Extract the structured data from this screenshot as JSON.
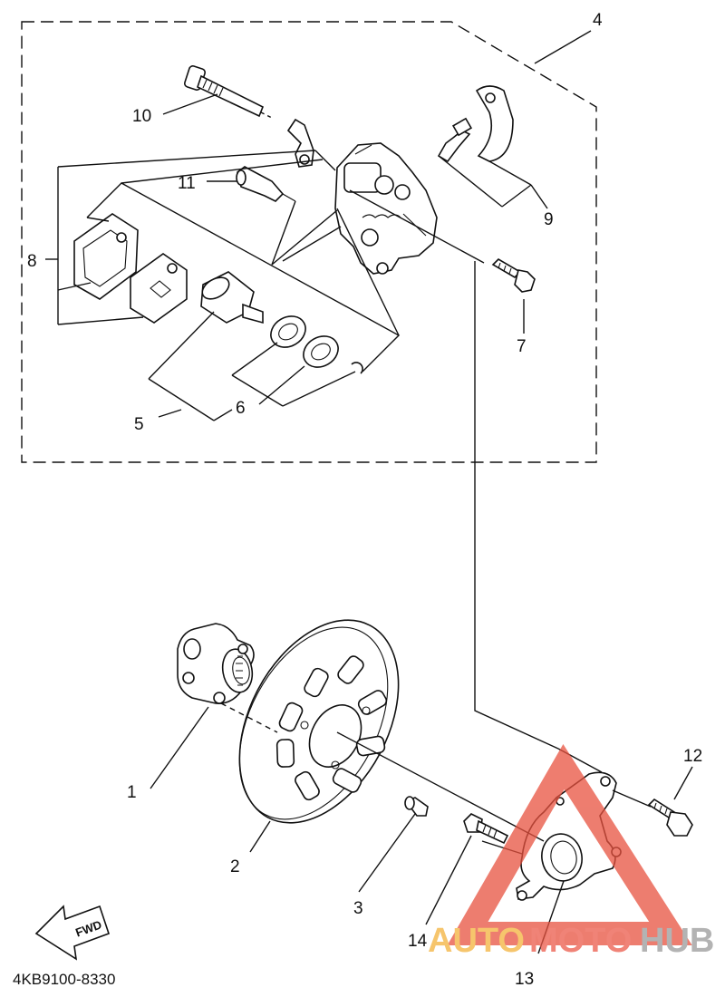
{
  "diagram": {
    "code": "4KB9100-8330",
    "fwd_label": "FWD",
    "callouts": {
      "p1": "1",
      "p2": "2",
      "p3": "3",
      "p4": "4",
      "p5": "5",
      "p6": "6",
      "p7": "7",
      "p8": "8",
      "p9": "9",
      "p10": "10",
      "p11": "11",
      "p12": "12",
      "p13": "13",
      "p14": "14"
    }
  },
  "watermark": {
    "part1": "AUTO",
    "part2": "MOTO",
    "part3": "HUB"
  },
  "colors": {
    "line": "#111111",
    "watermark_triangle": "#e8523f",
    "watermark_auto": "#f3b23c",
    "watermark_hub": "#9a9a9a"
  }
}
